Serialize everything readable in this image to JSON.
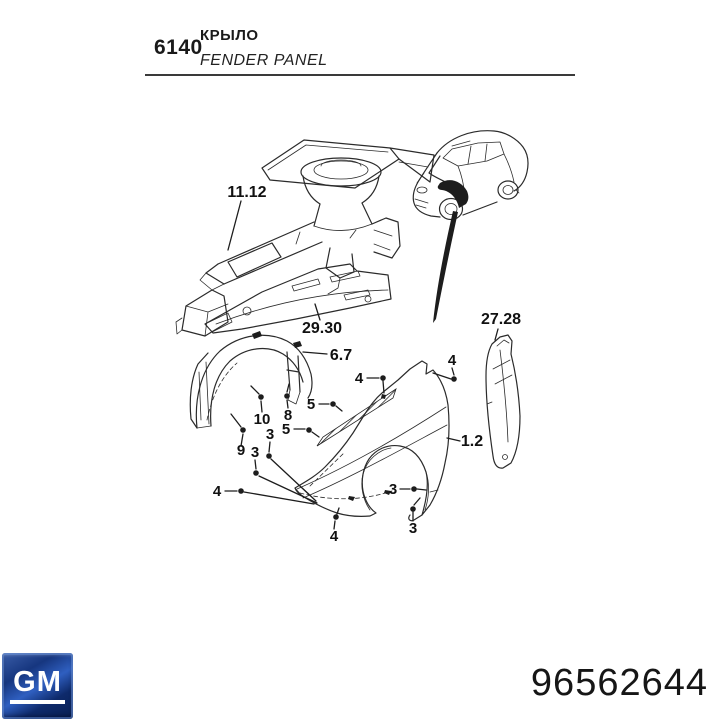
{
  "header": {
    "section_number": "6140",
    "title_primary": "КРЫЛО",
    "title_secondary": "FENDER PANEL"
  },
  "diagram": {
    "part_labels": {
      "inner_panel": "11.12",
      "mount_bracket": "29.30",
      "wheelhouse_liner": "6.7",
      "side_strip": "27.28",
      "fender": "1.2"
    },
    "callouts": [
      {
        "label": "4"
      },
      {
        "label": "4"
      },
      {
        "label": "5"
      },
      {
        "label": "5"
      },
      {
        "label": "10"
      },
      {
        "label": "8"
      },
      {
        "label": "9"
      },
      {
        "label": "3"
      },
      {
        "label": "3"
      },
      {
        "label": "4"
      },
      {
        "label": "4"
      },
      {
        "label": "3"
      },
      {
        "label": "3"
      }
    ]
  },
  "footer": {
    "logo_text": "GM",
    "part_number": "96562644"
  },
  "colors": {
    "line_art": "#2b2b2b",
    "logo_blue_light": "#2f5fc0",
    "logo_blue_dark": "#081f52",
    "text": "#1a1a1a"
  }
}
